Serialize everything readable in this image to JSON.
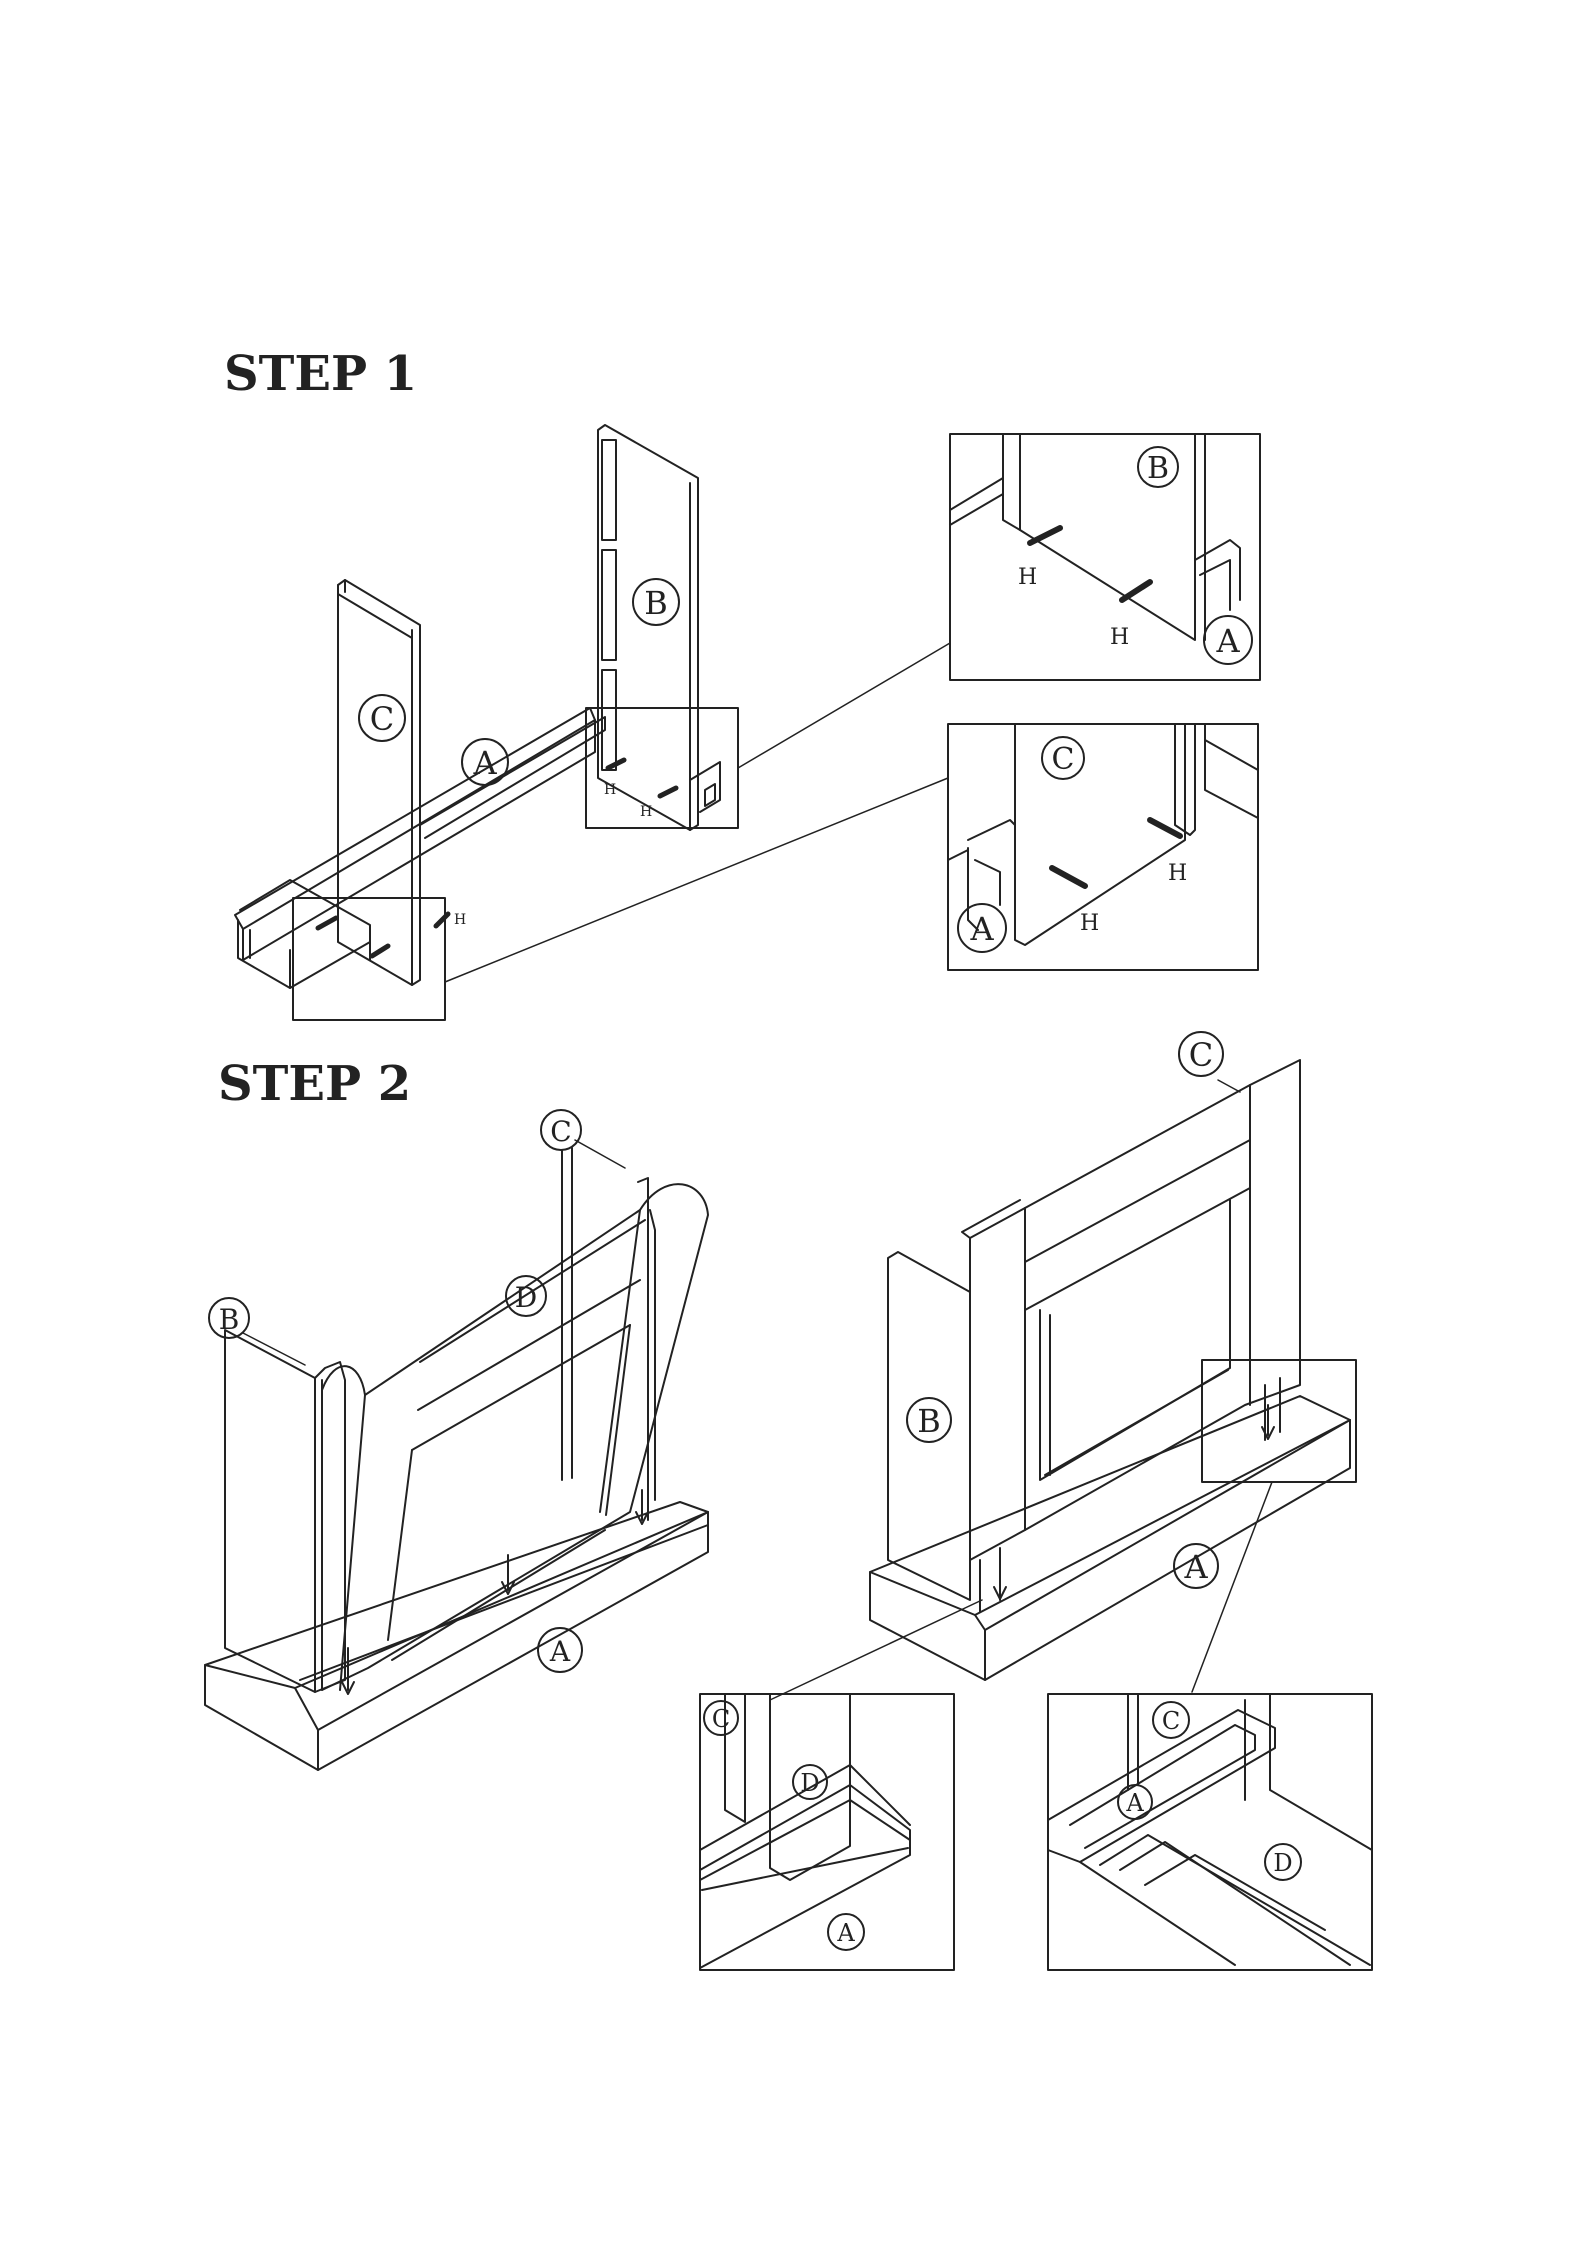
{
  "steps": [
    {
      "title": "STEP 1"
    },
    {
      "title": "STEP 2"
    }
  ],
  "parts": {
    "a": "A",
    "b": "B",
    "c": "C",
    "d": "D"
  },
  "hardware": {
    "h": "H"
  }
}
